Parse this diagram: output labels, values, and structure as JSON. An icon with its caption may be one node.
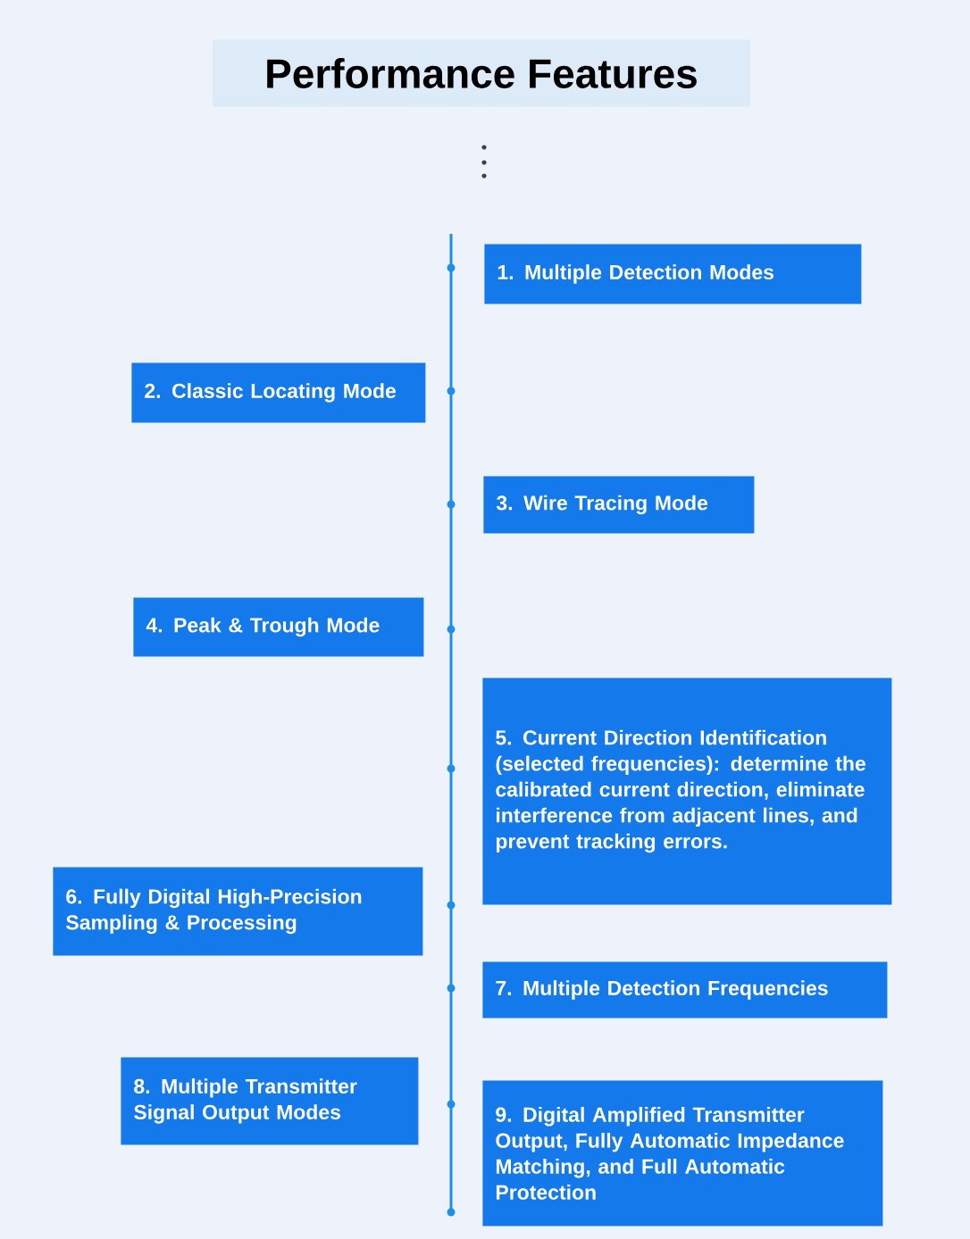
{
  "diagram": {
    "title": "Performance Features",
    "nodes": [
      {
        "text": [
          "1. Multiple Detection Modes"
        ]
      },
      {
        "text": [
          "2. Classic Locating Mode"
        ]
      },
      {
        "text": [
          "3. Wire Tracing Mode"
        ]
      },
      {
        "text": [
          "4. Peak & Trough Mode"
        ]
      },
      {
        "text": [
          "5. Current Direction Identification (selected frequencies): determine the calibrated current direction, eliminate interference from adjacent lines, and prevent tracking errors."
        ]
      },
      {
        "text": [
          "6. Fully Digital High-Precision Sampling & Processing"
        ]
      },
      {
        "text": [
          "7. Multiple Detection Frequencies"
        ]
      },
      {
        "text": [
          "8. Multiple Transmitter Signal Output Modes"
        ]
      },
      {
        "text": [
          "9. Digital Amplified Transmitter Output, Fully Automatic Impedance Matching, and Full Automatic Protection"
        ]
      }
    ],
    "edges": []
  }
}
